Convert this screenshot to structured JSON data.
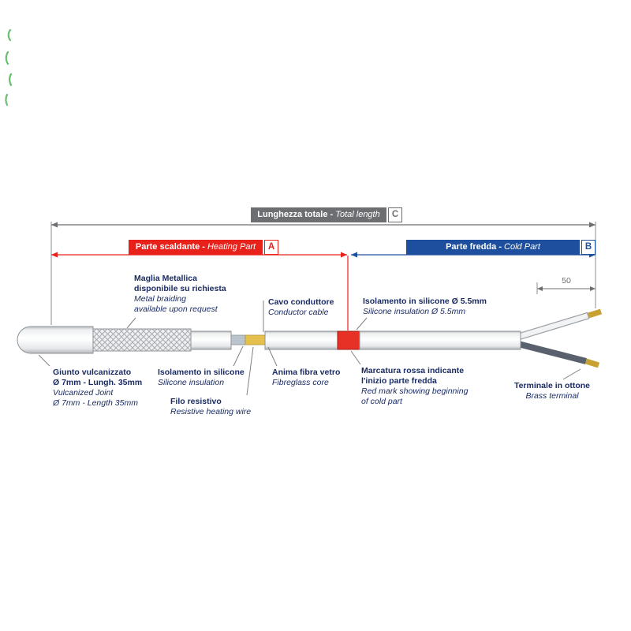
{
  "colors": {
    "dimension_gray": "#6d6e71",
    "heating_red": "#e8211b",
    "cold_blue": "#1d4f9e",
    "label_navy": "#1a2b63",
    "brass": "#c8a133",
    "red_mark": "#e73127",
    "resistive_wire_yellow": "#e5c04e"
  },
  "headers": {
    "total": {
      "it": "Lunghezza totale - ",
      "en": "Total length",
      "tag": "C"
    },
    "heating": {
      "it": "Parte scaldante - ",
      "en": "Heating Part",
      "tag": "A"
    },
    "cold": {
      "it": "Parte fredda - ",
      "en": "Cold Part",
      "tag": "B"
    }
  },
  "dimensions": {
    "terminal_length": "50"
  },
  "callouts": {
    "metal_braiding": {
      "lines": [
        "Maglia Metallica",
        "disponibile su richiesta",
        "Metal braiding",
        "available upon request"
      ]
    },
    "conductor_cable": {
      "lines": [
        "Cavo conduttore",
        "Conductor cable"
      ]
    },
    "silicone_insulation_55": {
      "lines": [
        "Isolamento in silicone Ø 5.5mm",
        "Silicone insulation Ø 5.5mm"
      ]
    },
    "vulcanized_joint": {
      "lines": [
        "Giunto vulcanizzato",
        "Ø 7mm - Lungh. 35mm",
        "Vulcanized Joint",
        "Ø 7mm - Length 35mm"
      ]
    },
    "silicone_insulation": {
      "lines": [
        "Isolamento in silicone",
        "Silicone insulation"
      ]
    },
    "resistive_wire": {
      "lines": [
        "Filo resistivo",
        "Resistive heating wire"
      ]
    },
    "fibreglass_core": {
      "lines": [
        "Anima fibra vetro",
        "Fibreglass core"
      ]
    },
    "red_mark": {
      "lines": [
        "Marcatura rossa indicante",
        "l'inizio parte fredda",
        "Red mark showing beginning",
        "of cold part"
      ]
    },
    "brass_terminal": {
      "lines": [
        "Terminale in ottone",
        "Brass terminal"
      ]
    }
  }
}
